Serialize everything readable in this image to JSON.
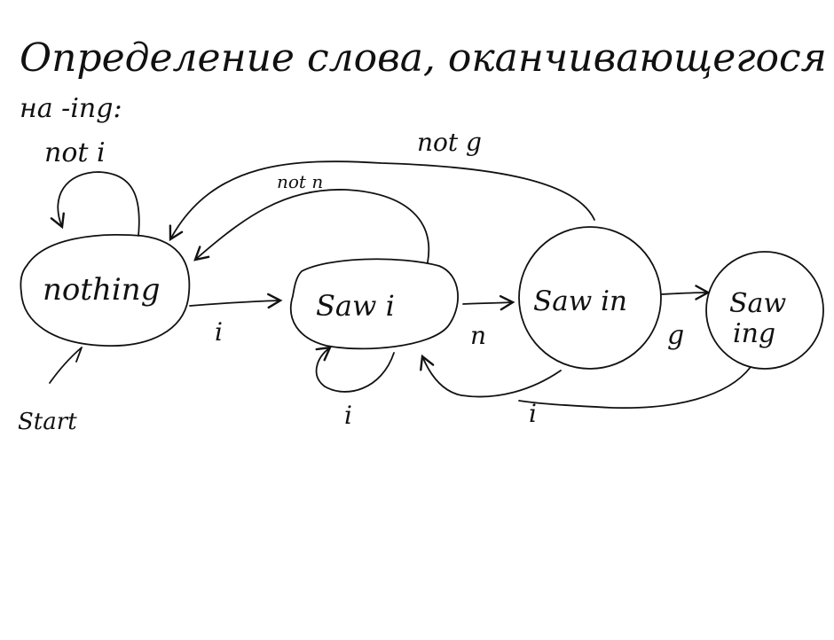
{
  "heading": {
    "line1": "Определение слова, оканчивающегося",
    "line2": "на -ing:"
  },
  "states": {
    "nothing": "nothing",
    "saw_i": "Saw i",
    "saw_in": "Saw in",
    "saw_ing_line1": "Saw",
    "saw_ing_line2": "ing"
  },
  "transitions": {
    "not_i": "not i",
    "not_n": "not n",
    "not_g": "not g",
    "i_from_nothing": "i",
    "i_self": "i",
    "n": "n",
    "g": "g",
    "i_back": "i"
  },
  "start": {
    "label": "Start"
  }
}
